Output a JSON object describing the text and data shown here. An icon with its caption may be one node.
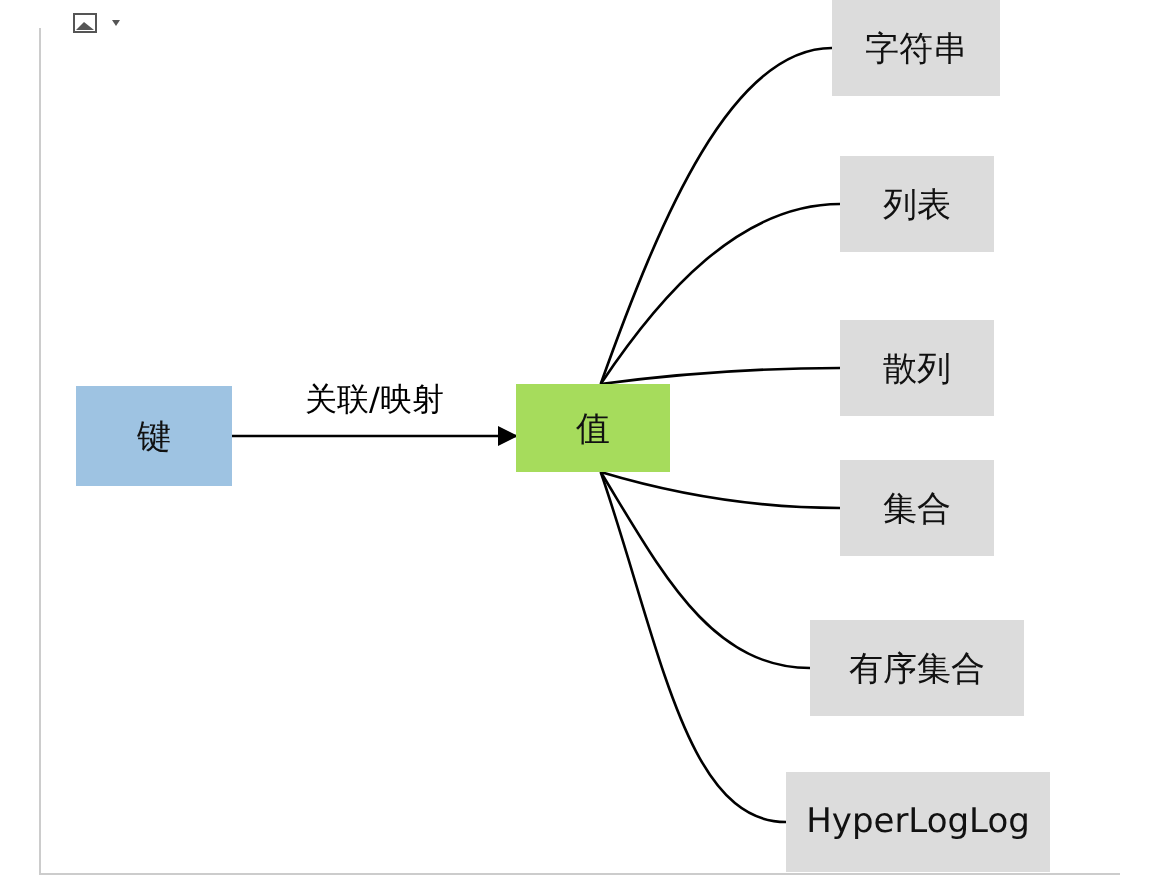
{
  "diagram": {
    "nodes": [
      {
        "text": [
          "键"
        ]
      },
      {
        "text": [
          "值"
        ]
      },
      {
        "text": [
          "字符串"
        ]
      },
      {
        "text": [
          "列表"
        ]
      },
      {
        "text": [
          "散列"
        ]
      },
      {
        "text": [
          "集合"
        ]
      },
      {
        "text": [
          "有序集合"
        ]
      },
      {
        "text": [
          "HyperLogLog"
        ]
      }
    ],
    "edges": [
      {
        "from": 0,
        "to": 1,
        "arrow": "to",
        "label": "关联/映射"
      },
      {
        "from": 1,
        "to": 2,
        "arrow": "none"
      },
      {
        "from": 1,
        "to": 3,
        "arrow": "none"
      },
      {
        "from": 1,
        "to": 4,
        "arrow": "none"
      },
      {
        "from": 1,
        "to": 5,
        "arrow": "none"
      },
      {
        "from": 1,
        "to": 6,
        "arrow": "none"
      },
      {
        "from": 1,
        "to": 7,
        "arrow": "none"
      }
    ]
  }
}
